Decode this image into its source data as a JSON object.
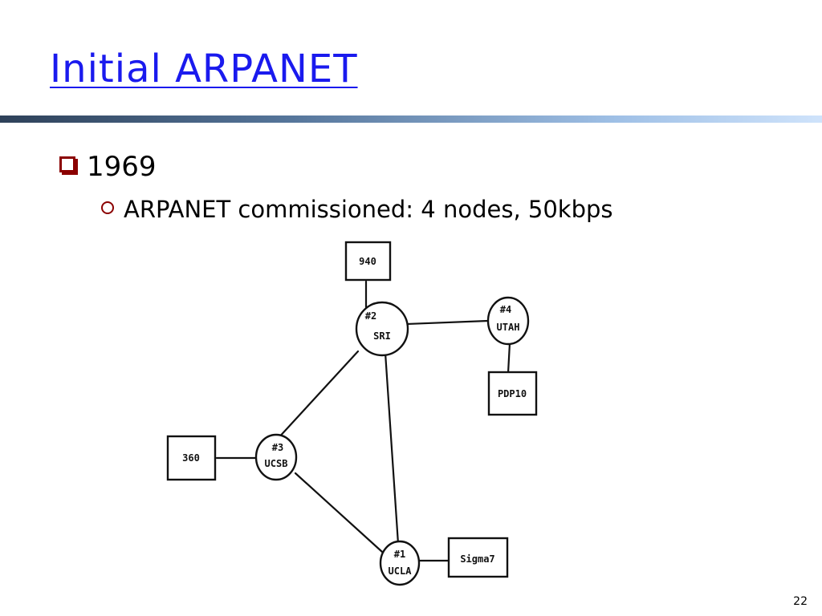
{
  "slide": {
    "title": "Initial ARPANET",
    "bullet_level1": "1969",
    "bullet_level2": "ARPANET commissioned: 4 nodes, 50kbps",
    "page_number": "22"
  },
  "diagram": {
    "boxes": {
      "b940": "940",
      "pdp10": "PDP10",
      "b360": "360",
      "sigma7": "Sigma7"
    },
    "nodes": {
      "sri": {
        "id": "#2",
        "name": "SRI"
      },
      "utah": {
        "id": "#4",
        "name": "UTAH"
      },
      "ucsb": {
        "id": "#3",
        "name": "UCSB"
      },
      "ucla": {
        "id": "#1",
        "name": "UCLA"
      }
    }
  }
}
